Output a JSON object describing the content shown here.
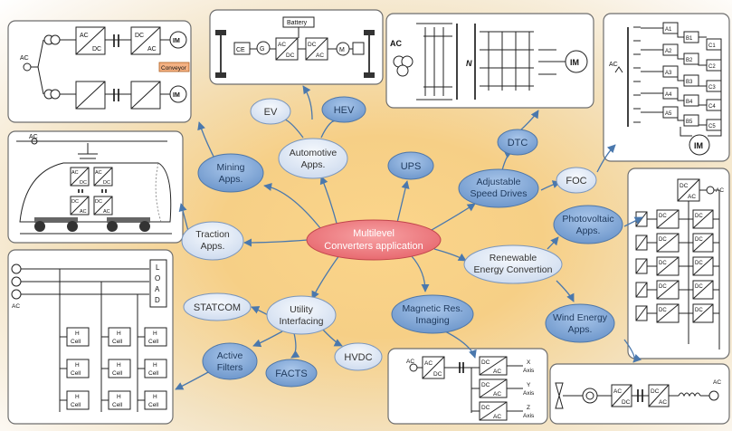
{
  "center": {
    "label_line1": "Multilevel",
    "label_line2": "Converters application",
    "color": "#ee7b7f"
  },
  "nodes": {
    "ev": "EV",
    "hev": "HEV",
    "automotive_1": "Automotive",
    "automotive_2": "Apps.",
    "mining_1": "Mining",
    "mining_2": "Apps.",
    "ups": "UPS",
    "dtc": "DTC",
    "asd_1": "Adjustable",
    "asd_2": "Speed Drives",
    "foc": "FOC",
    "traction_1": "Traction",
    "traction_2": "Apps.",
    "pv_1": "Photovoltaic",
    "pv_2": "Apps.",
    "renewable_1": "Renewable",
    "renewable_2": "Energy Convertion",
    "statcom": "STATCOM",
    "utility_1": "Utility",
    "utility_2": "Interfacing",
    "mri_1": "Magnetic Res.",
    "mri_2": "Imaging",
    "wind_1": "Wind Energy",
    "wind_2": "Apps.",
    "active_1": "Active",
    "active_2": "Filters",
    "hvdc": "HVDC",
    "facts": "FACTS"
  },
  "colors": {
    "dark_node": "#7ea6d6",
    "light_node": "#dde8f6",
    "arrow": "#4a78ad"
  },
  "panels": {
    "mining": {
      "ac": "AC",
      "ac_top": "AC",
      "dc_top": "DC",
      "dc_top2": "DC",
      "ac_top2": "AC",
      "im": "IM",
      "conveyor": "Conveyor",
      "im2": "IM"
    },
    "automotive": {
      "battery": "Battery",
      "ce": "CE",
      "g": "G",
      "ac": "AC",
      "dc": "DC",
      "dc2": "DC",
      "ac2": "AC",
      "m": "M"
    },
    "drive": {
      "ac": "AC",
      "n": "N",
      "im": "IM"
    },
    "foc": {
      "ac": "AC",
      "a1": "A1",
      "a2": "A2",
      "a3": "A3",
      "a4": "A4",
      "a5": "A5",
      "b1": "B1",
      "b2": "B2",
      "b3": "B3",
      "b4": "B4",
      "b5": "B5",
      "c1": "C1",
      "c2": "C2",
      "c3": "C3",
      "c4": "C4",
      "c5": "C5",
      "im": "IM"
    },
    "traction": {
      "ac": "AC",
      "ac1": "AC",
      "dc1": "DC",
      "ac2": "AC",
      "dc2": "DC",
      "dc3": "DC",
      "ac3": "AC",
      "dc4": "DC",
      "ac4": "AC"
    },
    "pv": {
      "ac": "AC",
      "dc": "DC",
      "ac_label": "AC",
      "cells": [
        "DC",
        "DC",
        "DC",
        "DC",
        "DC"
      ],
      "cells2": [
        "DC",
        "DC",
        "DC",
        "DC",
        "DC"
      ]
    },
    "grid": {
      "load": [
        "L",
        "O",
        "A",
        "D"
      ],
      "ac": "AC",
      "hcell_1": "H",
      "hcell_2": "Cell"
    },
    "mri": {
      "ac": "AC",
      "ac2": "AC",
      "dc": "DC",
      "x": "X",
      "x2": "Axis",
      "y": "Y",
      "y2": "Axis",
      "z": "Z",
      "z2": "Axis",
      "dc_box": "DC",
      "ac_box": "AC"
    },
    "wind": {
      "ac": "AC",
      "dc": "DC",
      "dc2": "DC",
      "ac2": "AC",
      "ac_out": "AC"
    }
  }
}
